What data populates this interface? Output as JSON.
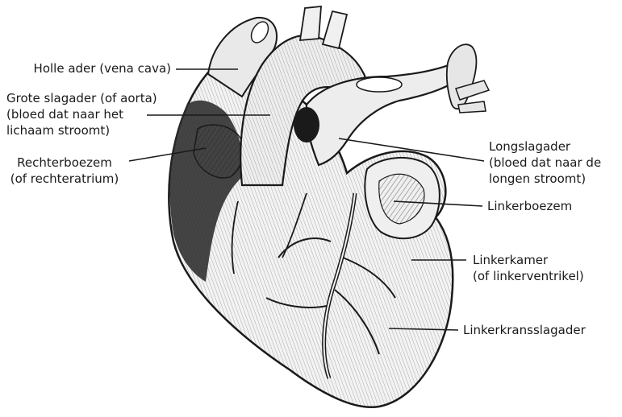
{
  "diagram": {
    "labels": {
      "vena_cava": [
        "Holle ader (vena cava)"
      ],
      "aorta": [
        "Grote slagader (of aorta)",
        "(bloed dat naar het",
        "lichaam stroomt)"
      ],
      "right_atrium": [
        "Rechterboezem",
        "(of rechteratrium)"
      ],
      "pulmonary_artery": [
        "Longslagader",
        "(bloed dat naar de",
        "longen stroomt)"
      ],
      "left_atrium": [
        "Linkerboezem"
      ],
      "left_ventricle": [
        "Linkerkamer",
        "(of linkerventrikel)"
      ],
      "coronary_artery": [
        "Linkerkransslagader"
      ]
    },
    "colors": {
      "ink": "#1a1a1a",
      "heart_fill": "#f4f4f4",
      "shade": "#2b2b2b"
    }
  }
}
